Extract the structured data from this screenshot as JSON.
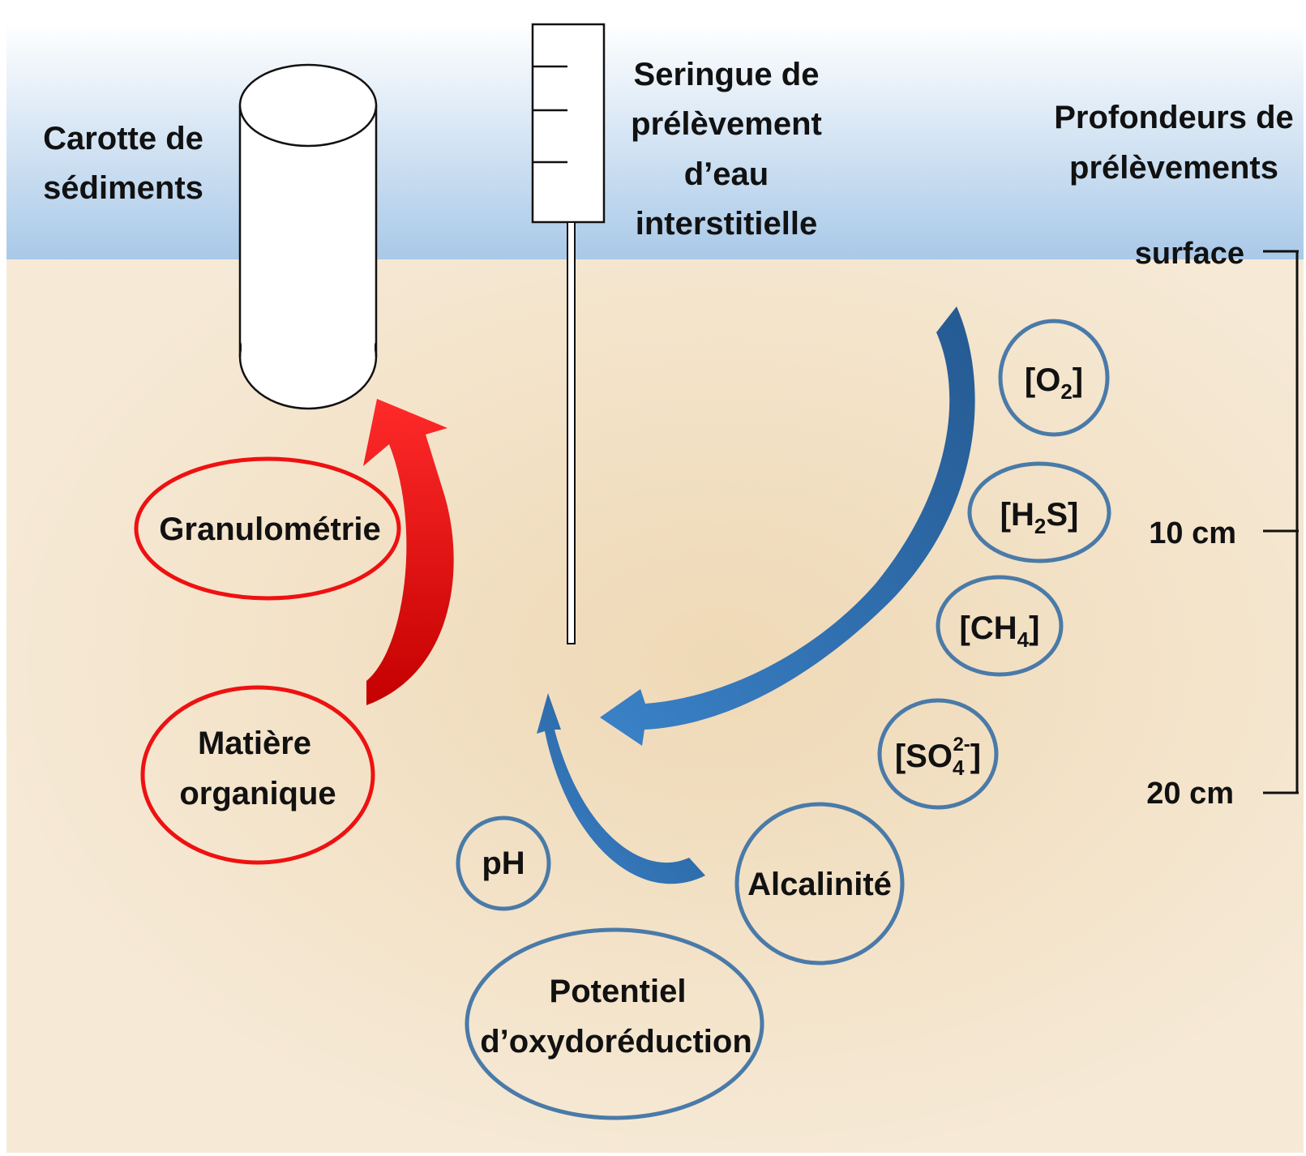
{
  "labels": {
    "core": [
      "Carotte de",
      "sédiments"
    ],
    "syringe": [
      "Seringue de",
      "prélèvement",
      "d’eau",
      "interstitielle"
    ],
    "depths_title": [
      "Profondeurs de",
      "prélèvements"
    ],
    "depth_surface": "surface",
    "depth_10": "10 cm",
    "depth_20": "20 cm"
  },
  "parameters": {
    "granulometrie": "Granulométrie",
    "matiere": [
      "Matière",
      "organique"
    ],
    "o2": {
      "pre": "[O",
      "sub": "2",
      "post": "]"
    },
    "h2s": {
      "pre": "[H",
      "sub": "2",
      "post": "S]"
    },
    "ch4": {
      "pre": "[CH",
      "sub": "4",
      "post": "]"
    },
    "so4": {
      "pre": "[SO",
      "sub": "4",
      "sup": "2-",
      "post": "]"
    },
    "ph": "pH",
    "alcalinite": "Alcalinité",
    "potentiel": [
      "Potentiel",
      "d’oxydoréduction"
    ]
  },
  "colors": {
    "water_top": "#ffffff",
    "water_bottom": "#a9c9e8",
    "sediment": "#f2e3c9",
    "red": "#ee1111",
    "blue_outline": "#4a7aa8",
    "blue_arrow": "#2a67a8"
  }
}
